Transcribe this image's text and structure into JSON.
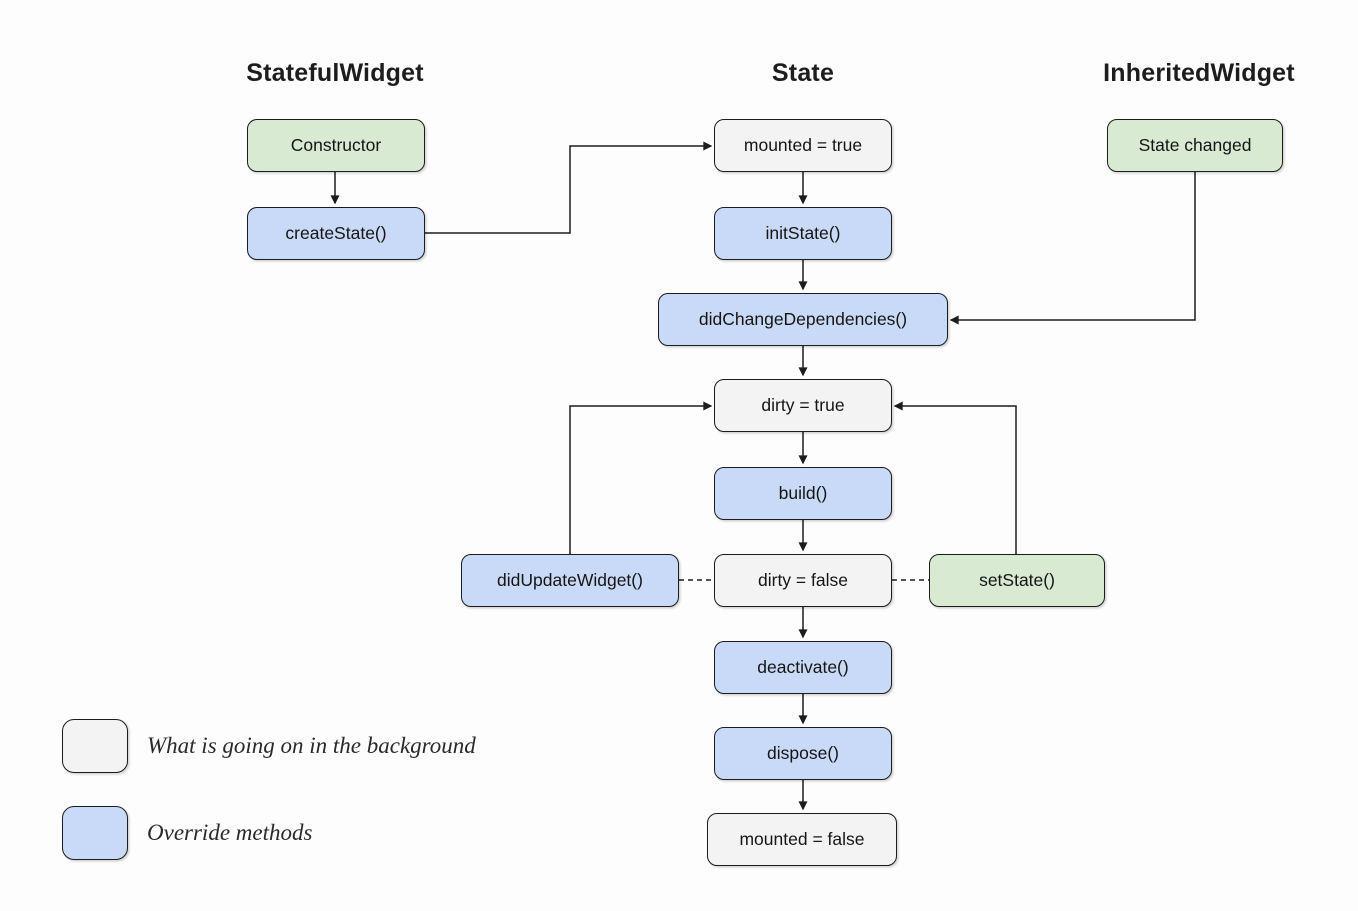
{
  "headers": {
    "stateful_widget": "StatefulWidget",
    "state": "State",
    "inherited_widget": "InheritedWidget"
  },
  "nodes": {
    "constructor": {
      "label": "Constructor",
      "kind": "event"
    },
    "create_state": {
      "label": "createState()",
      "kind": "override"
    },
    "mounted_true": {
      "label": "mounted = true",
      "kind": "background"
    },
    "init_state": {
      "label": "initState()",
      "kind": "override"
    },
    "did_change_dependencies": {
      "label": "didChangeDependencies()",
      "kind": "override"
    },
    "dirty_true": {
      "label": "dirty = true",
      "kind": "background"
    },
    "build": {
      "label": "build()",
      "kind": "override"
    },
    "did_update_widget": {
      "label": "didUpdateWidget()",
      "kind": "override"
    },
    "dirty_false": {
      "label": "dirty = false",
      "kind": "background"
    },
    "set_state": {
      "label": "setState()",
      "kind": "event"
    },
    "deactivate": {
      "label": "deactivate()",
      "kind": "override"
    },
    "dispose": {
      "label": "dispose()",
      "kind": "override"
    },
    "mounted_false": {
      "label": "mounted = false",
      "kind": "background"
    },
    "state_changed": {
      "label": "State changed",
      "kind": "event"
    }
  },
  "legend": {
    "background_label": "What is going on in the background",
    "override_label": "Override methods"
  },
  "colors": {
    "background_box": "#f2f3f2",
    "override_box": "#c9daf8",
    "event_box": "#d9ead3",
    "line": "#1c1c1c"
  },
  "edges": [
    {
      "from": "constructor",
      "to": "create_state",
      "style": "solid-arrow"
    },
    {
      "from": "create_state",
      "to": "mounted_true",
      "style": "solid-arrow-elbow"
    },
    {
      "from": "mounted_true",
      "to": "init_state",
      "style": "solid-arrow"
    },
    {
      "from": "init_state",
      "to": "did_change_dependencies",
      "style": "solid-arrow"
    },
    {
      "from": "state_changed",
      "to": "did_change_dependencies",
      "style": "solid-arrow-elbow"
    },
    {
      "from": "did_change_dependencies",
      "to": "dirty_true",
      "style": "solid-arrow"
    },
    {
      "from": "dirty_true",
      "to": "build",
      "style": "solid-arrow"
    },
    {
      "from": "build",
      "to": "dirty_false",
      "style": "solid-arrow"
    },
    {
      "from": "did_update_widget",
      "to": "dirty_true",
      "style": "solid-arrow-elbow"
    },
    {
      "from": "set_state",
      "to": "dirty_true",
      "style": "solid-arrow-elbow"
    },
    {
      "from": "did_update_widget",
      "to": "dirty_false",
      "style": "dashed"
    },
    {
      "from": "dirty_false",
      "to": "set_state",
      "style": "dashed"
    },
    {
      "from": "dirty_false",
      "to": "deactivate",
      "style": "solid-arrow"
    },
    {
      "from": "deactivate",
      "to": "dispose",
      "style": "solid-arrow"
    },
    {
      "from": "dispose",
      "to": "mounted_false",
      "style": "solid-arrow"
    }
  ]
}
